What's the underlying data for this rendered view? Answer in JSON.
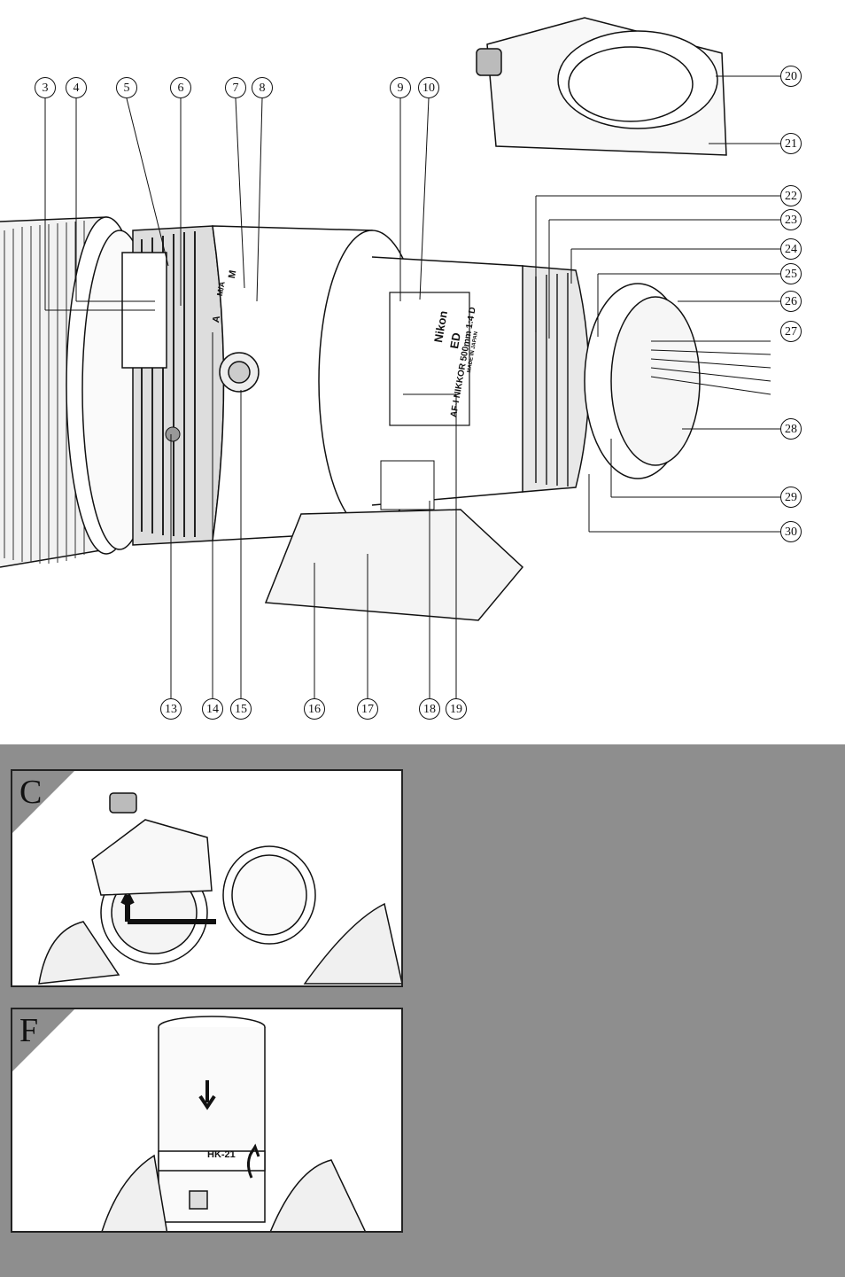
{
  "callouts": [
    {
      "id": "c3",
      "label": "3"
    },
    {
      "id": "c4",
      "label": "4"
    },
    {
      "id": "c5",
      "label": "5"
    },
    {
      "id": "c6",
      "label": "6"
    },
    {
      "id": "c7",
      "label": "7"
    },
    {
      "id": "c8",
      "label": "8"
    },
    {
      "id": "c9",
      "label": "9"
    },
    {
      "id": "c10",
      "label": "10"
    },
    {
      "id": "c13",
      "label": "13"
    },
    {
      "id": "c14",
      "label": "14"
    },
    {
      "id": "c15",
      "label": "15"
    },
    {
      "id": "c16",
      "label": "16"
    },
    {
      "id": "c17",
      "label": "17"
    },
    {
      "id": "c18",
      "label": "18"
    },
    {
      "id": "c19",
      "label": "19"
    },
    {
      "id": "c20",
      "label": "20"
    },
    {
      "id": "c21",
      "label": "21"
    },
    {
      "id": "c22",
      "label": "22"
    },
    {
      "id": "c23",
      "label": "23"
    },
    {
      "id": "c24",
      "label": "24"
    },
    {
      "id": "c25",
      "label": "25"
    },
    {
      "id": "c26",
      "label": "26"
    },
    {
      "id": "c27",
      "label": "27"
    },
    {
      "id": "c28",
      "label": "28"
    },
    {
      "id": "c29",
      "label": "29"
    },
    {
      "id": "c30",
      "label": "30"
    }
  ],
  "lens": {
    "brand": "Nikon",
    "ed": "ED",
    "model": "AF-I NIKKOR 500mm 1:4 D",
    "made_in": "MADE IN JAPAN",
    "mode_a": "A",
    "mode_ma": "M/A",
    "mode_m": "M"
  },
  "panel_c": {
    "letter": "C"
  },
  "panel_f": {
    "letter": "F",
    "hood_label": "HK-21"
  }
}
